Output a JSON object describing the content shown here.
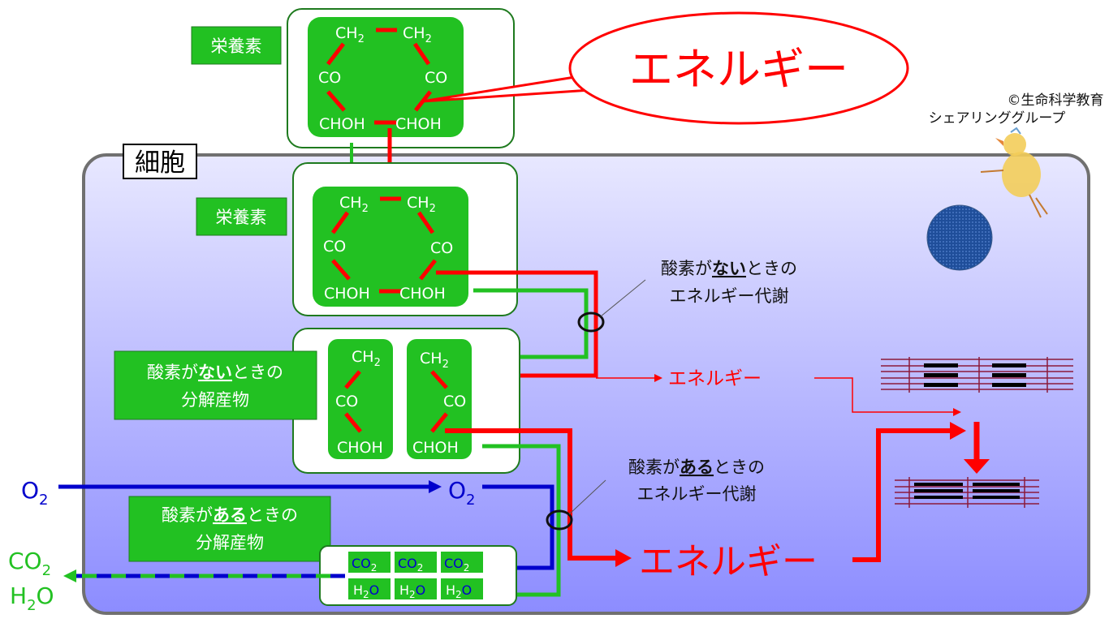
{
  "copyright": {
    "line1": "©生命科学教育",
    "line2": "シェアリンググループ"
  },
  "cell": {
    "label": "細胞"
  },
  "nutrient_outside": {
    "label": "栄養素",
    "atoms": {
      "ch2_left": "CH",
      "ch2_right": "CH",
      "co_left": "CO",
      "co_right": "CO",
      "choh_left": "CHOH",
      "choh_right": "CHOH"
    },
    "sub": "2"
  },
  "nutrient_inside": {
    "label": "栄養素",
    "atoms": {
      "ch2_left": "CH",
      "ch2_right": "CH",
      "co_left": "CO",
      "co_right": "CO",
      "choh_left": "CHOH",
      "choh_right": "CHOH"
    },
    "sub": "2"
  },
  "energy_bubble": {
    "text": "エネルギー"
  },
  "anaerobic_label": {
    "prefix": "酸素が",
    "emph": "ない",
    "suffix": "ときの",
    "line2": "エネルギー代謝"
  },
  "aerobic_label": {
    "prefix": "酸素が",
    "emph": "ある",
    "suffix": "ときの",
    "line2": "エネルギー代謝"
  },
  "anaerobic_products": {
    "label_prefix": "酸素が",
    "label_emph": "ない",
    "label_suffix": "ときの",
    "label_line2": "分解産物",
    "left": {
      "ch2": "CH",
      "co": "CO",
      "choh": "CHOH"
    },
    "right": {
      "ch2": "CH",
      "co": "CO",
      "choh": "CHOH"
    },
    "sub": "2"
  },
  "aerobic_products": {
    "label_prefix": "酸素が",
    "label_emph": "ある",
    "label_suffix": "ときの",
    "label_line2": "分解産物",
    "co2": {
      "base": "CO",
      "sub": "2"
    },
    "h2o": {
      "base": "H",
      "sub": "2",
      "tail": "O"
    }
  },
  "energy_small": {
    "text": "エネルギー"
  },
  "energy_large": {
    "text": "エネルギー"
  },
  "oxygen_outside": {
    "base": "O",
    "sub": "2"
  },
  "oxygen_inside": {
    "base": "O",
    "sub": "2"
  },
  "co2_outside": {
    "base": "CO",
    "sub": "2"
  },
  "h2o_outside": {
    "base": "H",
    "sub": "2",
    "tail": "O"
  },
  "colors": {
    "green": "#22c122",
    "red": "#ff0000",
    "blue": "#0000cc",
    "dark_green_border": "#1e7a1e"
  }
}
